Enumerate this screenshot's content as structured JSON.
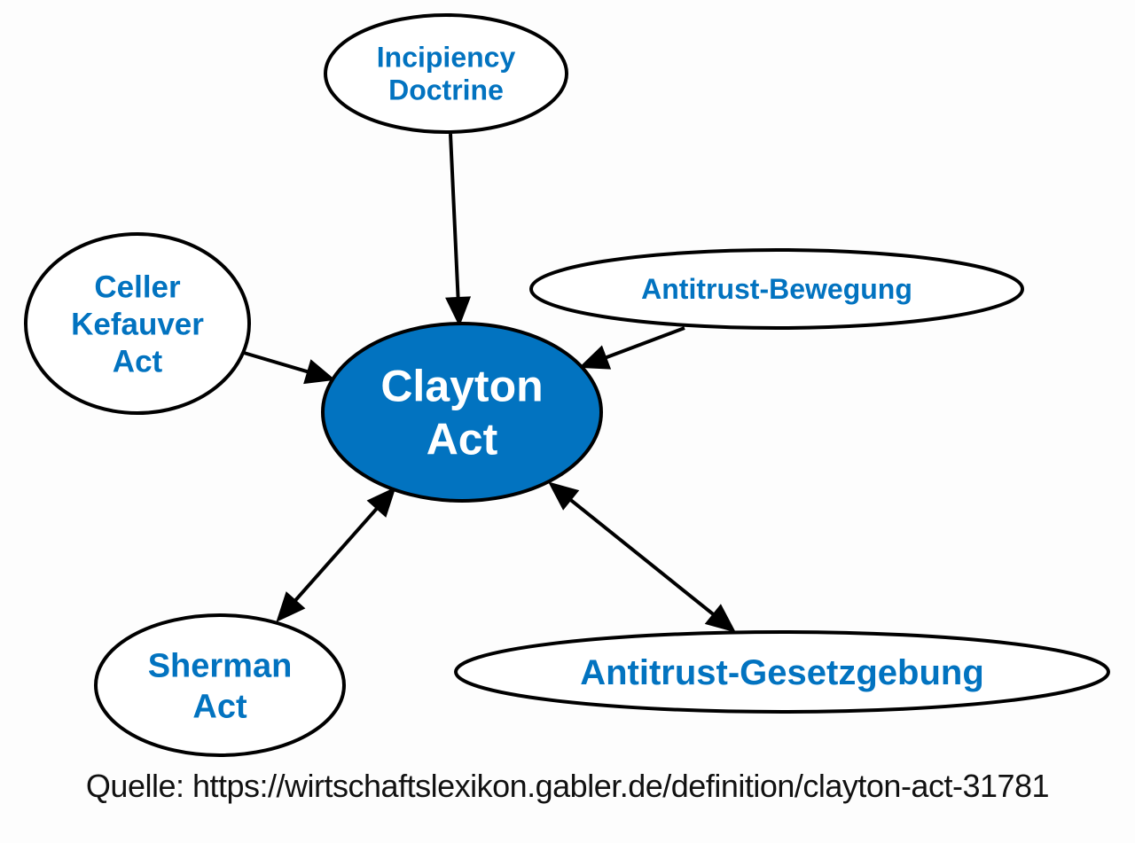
{
  "diagram": {
    "title": "Clayton Act",
    "colors": {
      "accent": "#0273c0",
      "node_fill": "#ffffff",
      "center_text": "#ffffff",
      "node_text": "#0273c0",
      "edge": "#000000"
    },
    "nodes": [
      {
        "id": "clayton",
        "lines": [
          "Clayton",
          "Act"
        ],
        "central": true
      },
      {
        "id": "incipiency",
        "lines": [
          "Incipiency",
          "Doctrine"
        ]
      },
      {
        "id": "celler",
        "lines": [
          "Celler",
          "Kefauver",
          "Act"
        ]
      },
      {
        "id": "bewegung",
        "lines": [
          "Antitrust-Bewegung"
        ]
      },
      {
        "id": "sherman",
        "lines": [
          "Sherman",
          "Act"
        ]
      },
      {
        "id": "gesetzgebung",
        "lines": [
          "Antitrust-Gesetzgebung"
        ]
      }
    ],
    "edges": [
      {
        "from": "incipiency",
        "to": "clayton",
        "direction": "forward"
      },
      {
        "from": "celler",
        "to": "clayton",
        "direction": "forward"
      },
      {
        "from": "bewegung",
        "to": "clayton",
        "direction": "forward"
      },
      {
        "from": "clayton",
        "to": "sherman",
        "direction": "both"
      },
      {
        "from": "clayton",
        "to": "gesetzgebung",
        "direction": "both"
      }
    ]
  },
  "footer": {
    "source_text": "Quelle: https://wirtschaftslexikon.gabler.de/definition/clayton-act-31781"
  }
}
